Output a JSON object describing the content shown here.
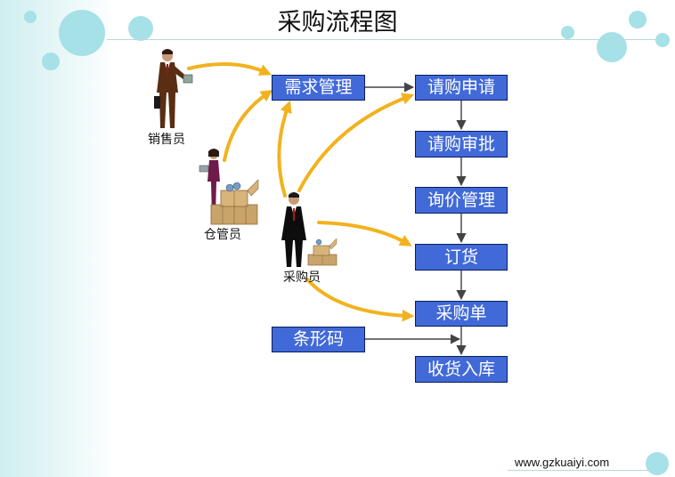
{
  "title": "采购流程图",
  "nodes": {
    "demand_management": "需求管理",
    "purchase_request": "请购申请",
    "purchase_approval": "请购审批",
    "inquiry_management": "询价管理",
    "order_goods": "订货",
    "purchase_order": "采购单",
    "barcode": "条形码",
    "receiving_warehousing": "收货入库"
  },
  "roles": {
    "sales": "销售员",
    "warehouse": "仓管员",
    "purchaser": "采购员"
  },
  "footer": "www.gzkuaiyi.com",
  "colors": {
    "box_fill": "#4169d8",
    "box_border": "#0b1d5c",
    "connector": "#444444",
    "role_arrow": "#f2b21e",
    "bubble": "#a5e1e6"
  }
}
